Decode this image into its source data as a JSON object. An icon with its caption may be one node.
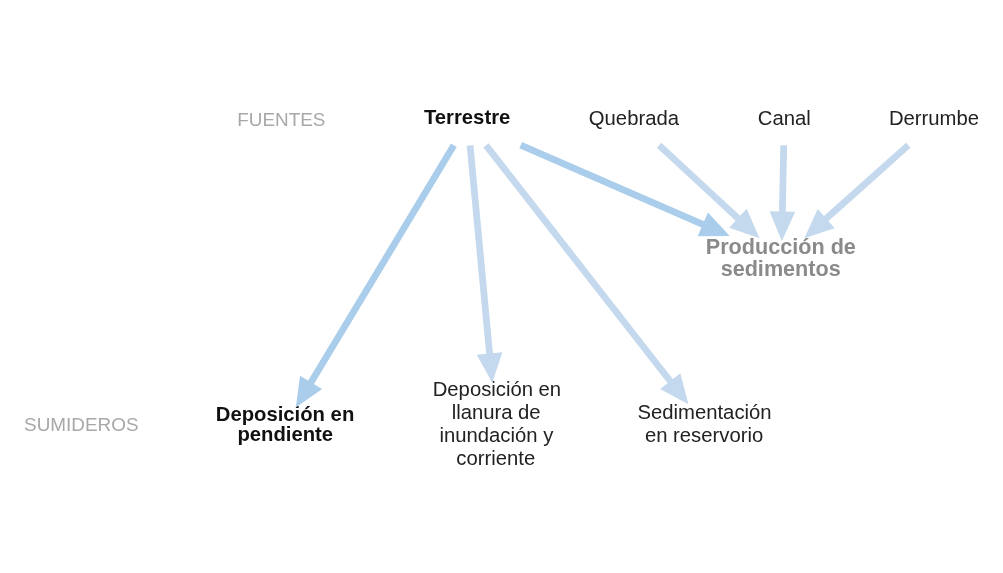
{
  "diagram": {
    "nodes": [
      {
        "text": [
          "Terrestre"
        ]
      },
      {
        "text": [
          "Quebrada"
        ]
      },
      {
        "text": [
          "Canal"
        ]
      },
      {
        "text": [
          "Derrumbe"
        ]
      },
      {
        "text": [
          "Producción de sedimentos"
        ]
      },
      {
        "text": [
          "Deposición en pendiente"
        ]
      },
      {
        "text": [
          "Deposición en llanura de inundación y corriente"
        ]
      },
      {
        "text": [
          "Sedimentación en reservorio"
        ]
      }
    ],
    "edges": [
      {
        "from": 0,
        "to": 4,
        "arrow": "to",
        "color": "#a9cdea"
      },
      {
        "from": 1,
        "to": 4,
        "arrow": "to"
      },
      {
        "from": 2,
        "to": 4,
        "arrow": "to"
      },
      {
        "from": 3,
        "to": 4,
        "arrow": "to"
      },
      {
        "from": 0,
        "to": 5,
        "arrow": "to",
        "color": "#a9cdea"
      },
      {
        "from": 0,
        "to": 6,
        "arrow": "to"
      },
      {
        "from": 0,
        "to": 7,
        "arrow": "to"
      }
    ],
    "labels": [
      "FUENTES",
      "SUMIDEROS"
    ]
  }
}
